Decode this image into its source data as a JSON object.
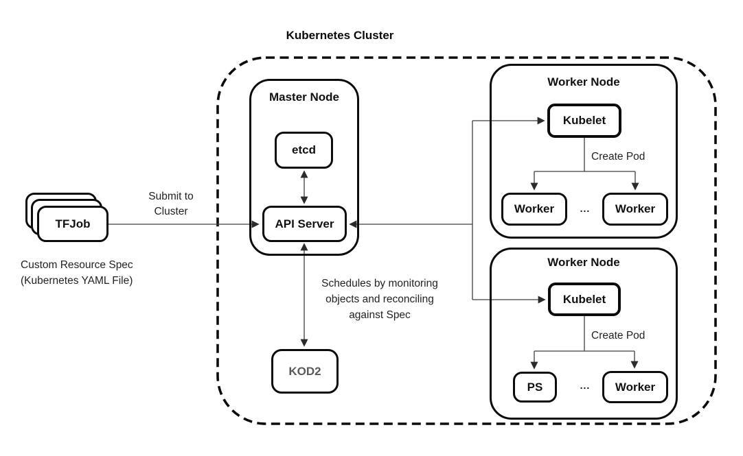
{
  "cluster": {
    "title": "Kubernetes Cluster"
  },
  "tfjob": {
    "label": "TFJob",
    "caption_line1": "Custom Resource Spec",
    "caption_line2": "(Kubernetes YAML File)"
  },
  "annotations": {
    "submit_line1": "Submit to",
    "submit_line2": "Cluster",
    "schedule_line1": "Schedules by monitoring",
    "schedule_line2": "objects and reconciling",
    "schedule_line3": "against Spec"
  },
  "master_node": {
    "title": "Master Node",
    "etcd_label": "etcd",
    "api_server_label": "API Server"
  },
  "kod2": {
    "label": "KOD2"
  },
  "worker_node_1": {
    "title": "Worker Node",
    "kubelet_label": "Kubelet",
    "create_pod_label": "Create Pod",
    "pod_left_label": "Worker",
    "dots": "...",
    "pod_right_label": "Worker"
  },
  "worker_node_2": {
    "title": "Worker Node",
    "kubelet_label": "Kubelet",
    "create_pod_label": "Create Pod",
    "pod_left_label": "PS",
    "dots": "...",
    "pod_right_label": "Worker"
  },
  "colors": {
    "background": "#ffffff",
    "box_border": "#0b0b0b",
    "connector_line": "#3d3d3d",
    "text": "#1a1a1a",
    "kod2_text": "#595959"
  }
}
